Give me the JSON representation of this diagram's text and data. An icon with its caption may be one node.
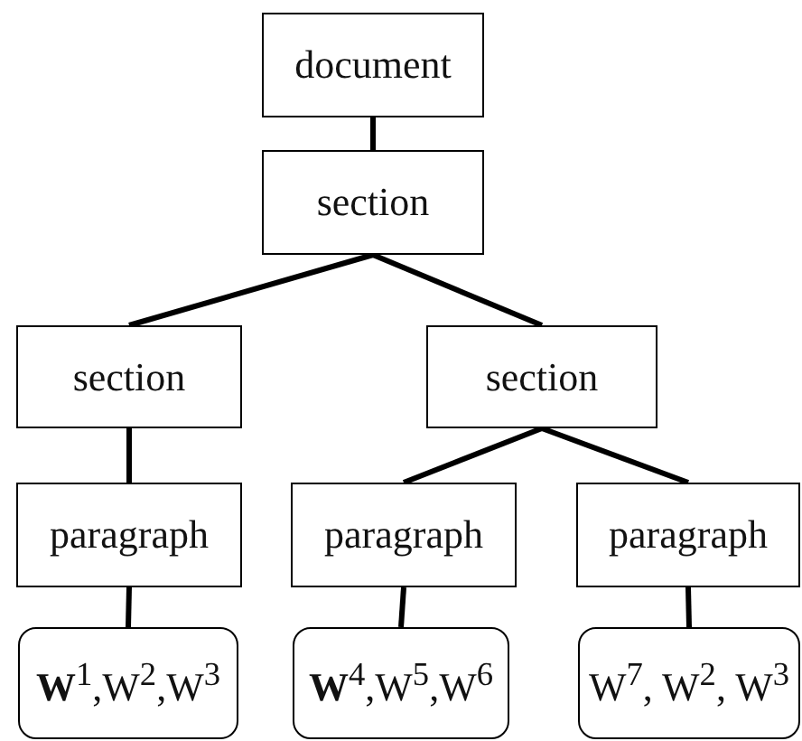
{
  "diagram": {
    "nodes": [
      {
        "text": [
          "document"
        ]
      },
      {
        "text": [
          "section"
        ]
      },
      {
        "text": [
          "section"
        ]
      },
      {
        "text": [
          "section"
        ]
      },
      {
        "text": [
          "paragraph"
        ]
      },
      {
        "text": [
          "paragraph"
        ]
      },
      {
        "text": [
          "paragraph"
        ]
      },
      {
        "text": [
          "**W**$^{1}$,W$^{2}$,W$^{3}$"
        ]
      },
      {
        "text": [
          "**W**$^{4}$,W$^{5}$,W$^{6}$"
        ]
      },
      {
        "text": [
          "W$^{7}$, W$^{2}$, W$^{3}$"
        ]
      }
    ],
    "edges": [
      {
        "from": 0,
        "to": 1,
        "arrow": "none"
      },
      {
        "from": 1,
        "to": 2,
        "arrow": "none"
      },
      {
        "from": 1,
        "to": 3,
        "arrow": "none"
      },
      {
        "from": 2,
        "to": 4,
        "arrow": "none"
      },
      {
        "from": 3,
        "to": 5,
        "arrow": "none"
      },
      {
        "from": 3,
        "to": 6,
        "arrow": "none"
      },
      {
        "from": 4,
        "to": 7,
        "arrow": "none"
      },
      {
        "from": 5,
        "to": 8,
        "arrow": "none"
      },
      {
        "from": 6,
        "to": 9,
        "arrow": "none"
      }
    ]
  }
}
